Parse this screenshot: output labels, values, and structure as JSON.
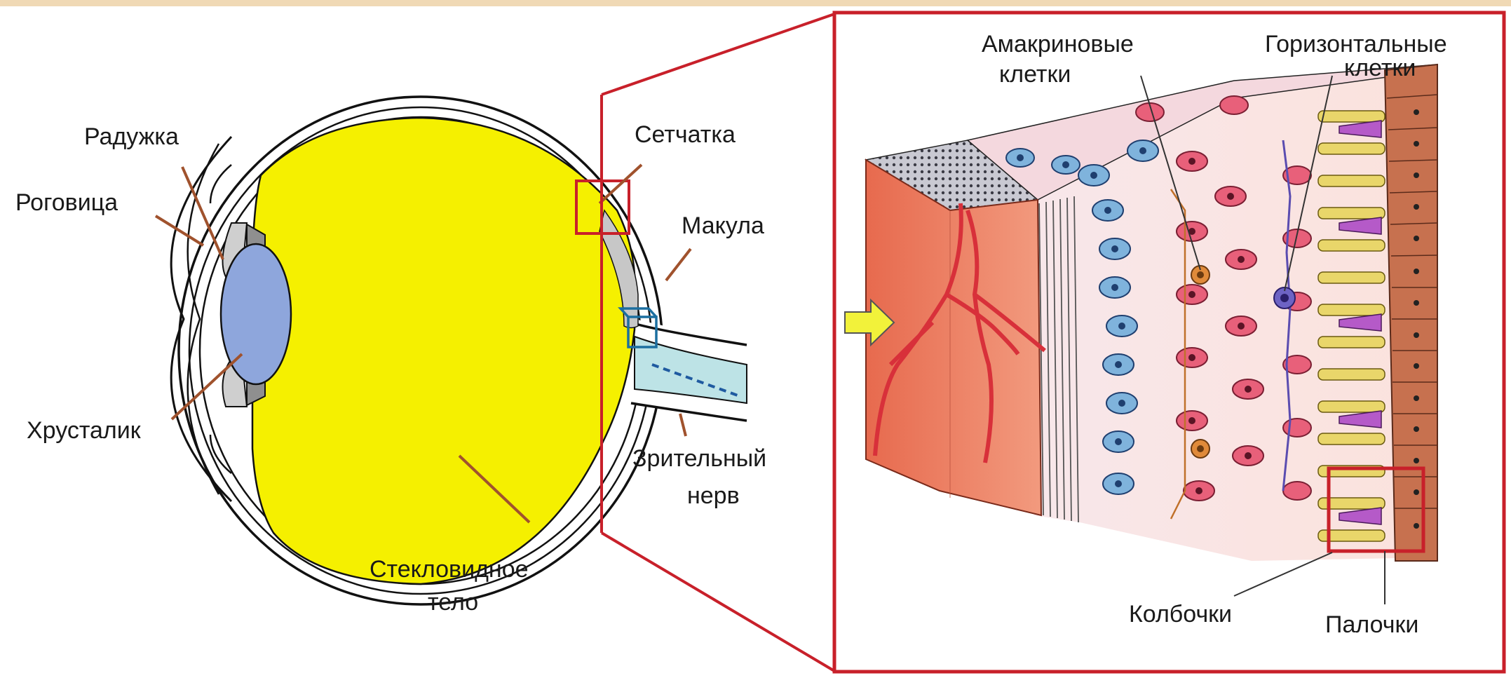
{
  "labels": {
    "iris": "Радужка",
    "cornea": "Роговица",
    "lens": "Хрусталик",
    "retina": "Сетчатка",
    "macula": "Макула",
    "optic_nerve_1": "Зрительный",
    "optic_nerve_2": "нерв",
    "vitreous_1": "Стекловидное",
    "vitreous_2": "тело",
    "amacrine_1": "Амакриновые",
    "amacrine_2": "клетки",
    "horizontal_1": "Горизонтальные",
    "horizontal_2": "клетки",
    "cones": "Колбочки",
    "rods": "Палочки"
  },
  "colors": {
    "frame": "#c8202a",
    "vitreous": "#f5f000",
    "lens": "#8ea6dc",
    "vessel_tissue": "#ef8a6c",
    "vessel": "#d8303a",
    "ganglion_cells": "#7fb3dc",
    "bipolar_cells": "#e8607a",
    "rod_segments": "#e9d66a",
    "cone_segments": "#b55ac8",
    "pigment_layer": "#c7714f",
    "leader_line": "#a0522d",
    "arrow": "#f2f23a"
  }
}
